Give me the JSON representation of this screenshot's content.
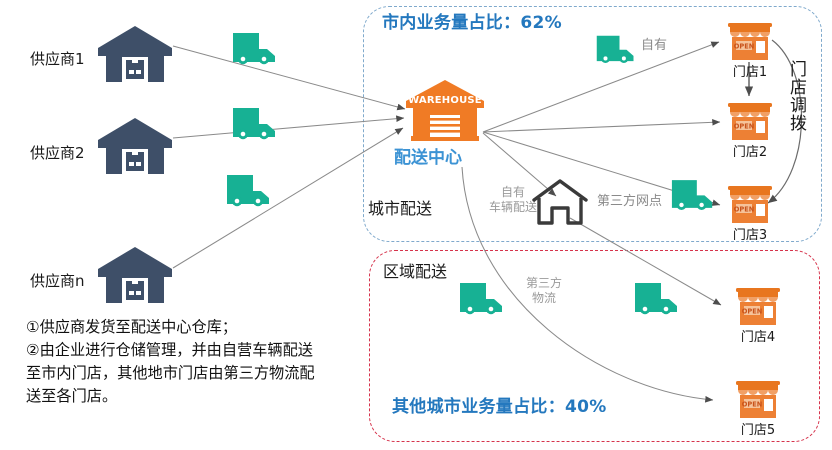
{
  "diagram": {
    "suppliers": [
      {
        "label": "供应商1",
        "icon": "warehouse-icon"
      },
      {
        "label": "供应商2",
        "icon": "warehouse-icon"
      },
      {
        "label": "供应商n",
        "icon": "warehouse-icon"
      }
    ],
    "distribution_center": {
      "icon_text": "WAREHOUSE",
      "label": "配送中心",
      "mode_label": "城市配送"
    },
    "regions": {
      "city": {
        "title": "市内业务量占比：62%",
        "border_color": "#7FA9CC",
        "title_color": "#2478BE"
      },
      "other": {
        "name": "区域配送",
        "title": "其他城市业务量占比：40%",
        "border_color": "#D6334C",
        "title_color": "#2478BE"
      }
    },
    "notes": {
      "own_truck": "自有",
      "own_vehicle_delivery": "自有\n车辆配送",
      "own_vehicle_delivery_line1": "自有",
      "own_vehicle_delivery_line2": "车辆配送",
      "third_party_node": "第三方网点",
      "third_party_logistics_line1": "第三方",
      "third_party_logistics_line2": "物流",
      "store_transfer": "门店调拨"
    },
    "stores_city": [
      {
        "label": "门店1",
        "sign": "OPEN"
      },
      {
        "label": "门店2",
        "sign": "OPEN"
      },
      {
        "label": "门店3",
        "sign": "OPEN"
      }
    ],
    "stores_other": [
      {
        "label": "门店4",
        "sign": "OPEN"
      },
      {
        "label": "门店5",
        "sign": "OPEN"
      }
    ],
    "description": {
      "line1": "①供应商发货至配送中心仓库；",
      "line2": "②由企业进行仓储管理，并由自营车辆配送",
      "line3": "至市内门店，其他地市门店由第三方物流配",
      "line4": "送至各门店。"
    },
    "colors": {
      "supplier_navy": "#3E4F68",
      "truck_teal": "#17B194",
      "warehouse_orange": "#F07B25",
      "store_orange": "#ED8034",
      "accent_blue": "#2478BE",
      "arrow_gray": "#6b6b6b"
    }
  }
}
